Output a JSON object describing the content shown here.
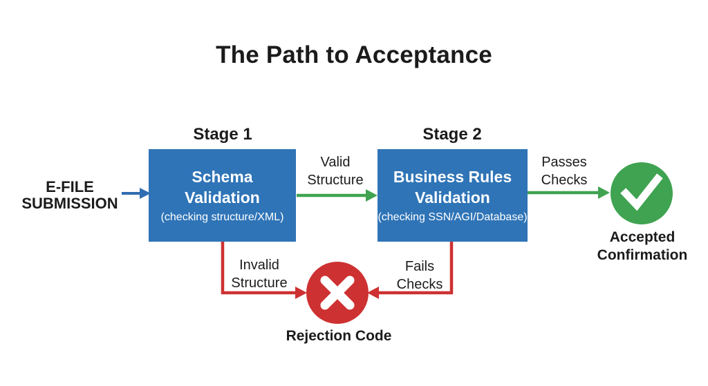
{
  "title": "The Path to Acceptance",
  "source": {
    "line1": "E-FILE",
    "line2": "SUBMISSION"
  },
  "stages": [
    {
      "label": "Stage 1",
      "name_line1": "Schema",
      "name_line2": "Validation",
      "subtitle": "(checking structure/XML)"
    },
    {
      "label": "Stage 2",
      "name_line1": "Business Rules",
      "name_line2": "Validation",
      "subtitle": "(checking SSN/AGI/Database)"
    }
  ],
  "transitions": {
    "valid": {
      "line1": "Valid",
      "line2": "Structure",
      "from": "Stage 1",
      "to": "Stage 2",
      "color": "#3FA351"
    },
    "passes": {
      "line1": "Passes",
      "line2": "Checks",
      "from": "Stage 2",
      "to": "Accepted Confirmation",
      "color": "#3FA351"
    },
    "invalid": {
      "line1": "Invalid",
      "line2": "Structure",
      "from": "Stage 1",
      "to": "Rejection Code",
      "color": "#CE3131"
    },
    "fails": {
      "line1": "Fails",
      "line2": "Checks",
      "from": "Stage 2",
      "to": "Rejection Code",
      "color": "#CE3131"
    }
  },
  "outcomes": {
    "accepted": {
      "icon": "check-icon",
      "line1": "Accepted",
      "line2": "Confirmation",
      "color": "#3FA351"
    },
    "rejected": {
      "icon": "x-icon",
      "label": "Rejection Code",
      "color": "#CE3131"
    }
  },
  "colors": {
    "box_blue": "#2F74B7",
    "arrow_blue": "#2E6DB0",
    "green": "#3FA351",
    "red": "#CE3131",
    "text": "#1B1B1B"
  }
}
